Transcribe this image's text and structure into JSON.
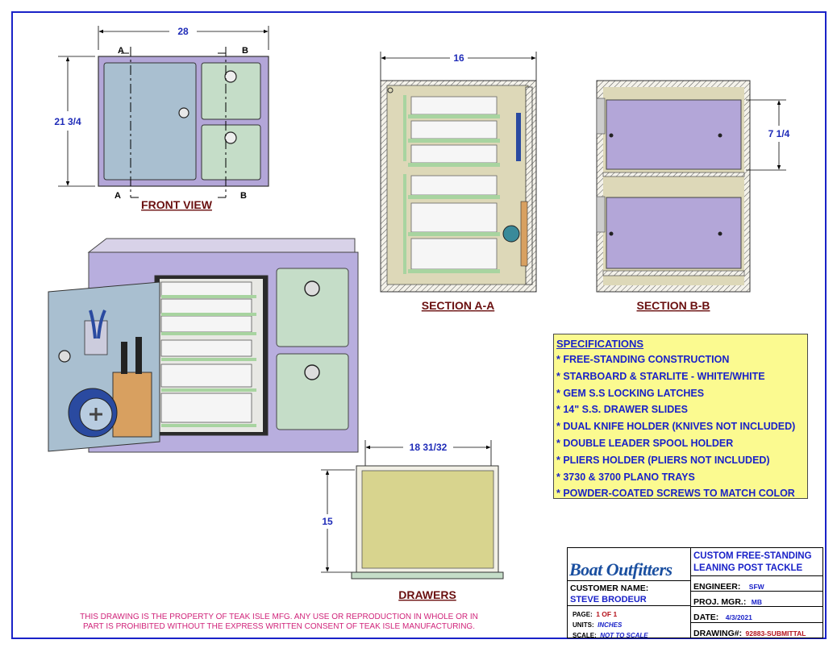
{
  "views": {
    "front": {
      "title": "FRONT VIEW",
      "width_dim": "28",
      "height_dim": "21 3/4",
      "cut_a": "A",
      "cut_b": "B"
    },
    "section_aa": {
      "title": "SECTION A-A",
      "width_dim": "16"
    },
    "section_bb": {
      "title": "SECTION B-B",
      "drawer_dim": "7 1/4"
    },
    "drawers": {
      "title": "DRAWERS",
      "width_dim": "18 31/32",
      "depth_dim": "15"
    }
  },
  "specifications": {
    "heading": "SPECIFICATIONS",
    "items": [
      "* FREE-STANDING CONSTRUCTION",
      "* STARBOARD & STARLITE - WHITE/WHITE",
      "* GEM S.S LOCKING LATCHES",
      "* 14\" S.S. DRAWER SLIDES",
      "* DUAL KNIFE HOLDER (KNIVES NOT INCLUDED)",
      "* DOUBLE LEADER SPOOL HOLDER",
      "* PLIERS HOLDER (PLIERS NOT INCLUDED)",
      "* 3730 & 3700 PLANO TRAYS",
      "* POWDER-COATED SCREWS TO MATCH COLOR"
    ]
  },
  "notice": {
    "line1": "THIS DRAWING IS THE PROPERTY OF TEAK ISLE MFG.  ANY USE OR REPRODUCTION IN WHOLE OR IN",
    "line2": "PART IS PROHIBITED WITHOUT THE EXPRESS WRITTEN CONSENT OF TEAK ISLE MANUFACTURING."
  },
  "title_block": {
    "logo_text": "Boat Outfitters",
    "project_title": "CUSTOM FREE-STANDING LEANING POST TACKLE UNIT",
    "engineer_label": "ENGINEER:",
    "engineer": "SFW",
    "customer_label": "CUSTOMER NAME:",
    "customer": "STEVE BRODEUR",
    "proj_mgr_label": "PROJ. MGR.:",
    "proj_mgr": "MB",
    "page_label": "PAGE:",
    "page": "1 OF 1",
    "units_label": "UNITS:",
    "units": "INCHES",
    "scale_label": "SCALE:",
    "scale": "NOT TO SCALE",
    "date_label": "DATE:",
    "date": "4/3/2021",
    "drawing_label": "DRAWING#:",
    "drawing_no": "92883-SUBMITTAL"
  },
  "colors": {
    "frame": "#1a22c8",
    "dimension": "#1e2bb8",
    "cabinet_purple": "#b3a6d8",
    "door_blue": "#a9bfd0",
    "panel_green": "#c5ddc8",
    "tray_green": "#a8d4a0",
    "section_tan": "#ddd8b8",
    "drawer_yellow": "#d8d48e",
    "spec_bg": "#fbfa90"
  }
}
